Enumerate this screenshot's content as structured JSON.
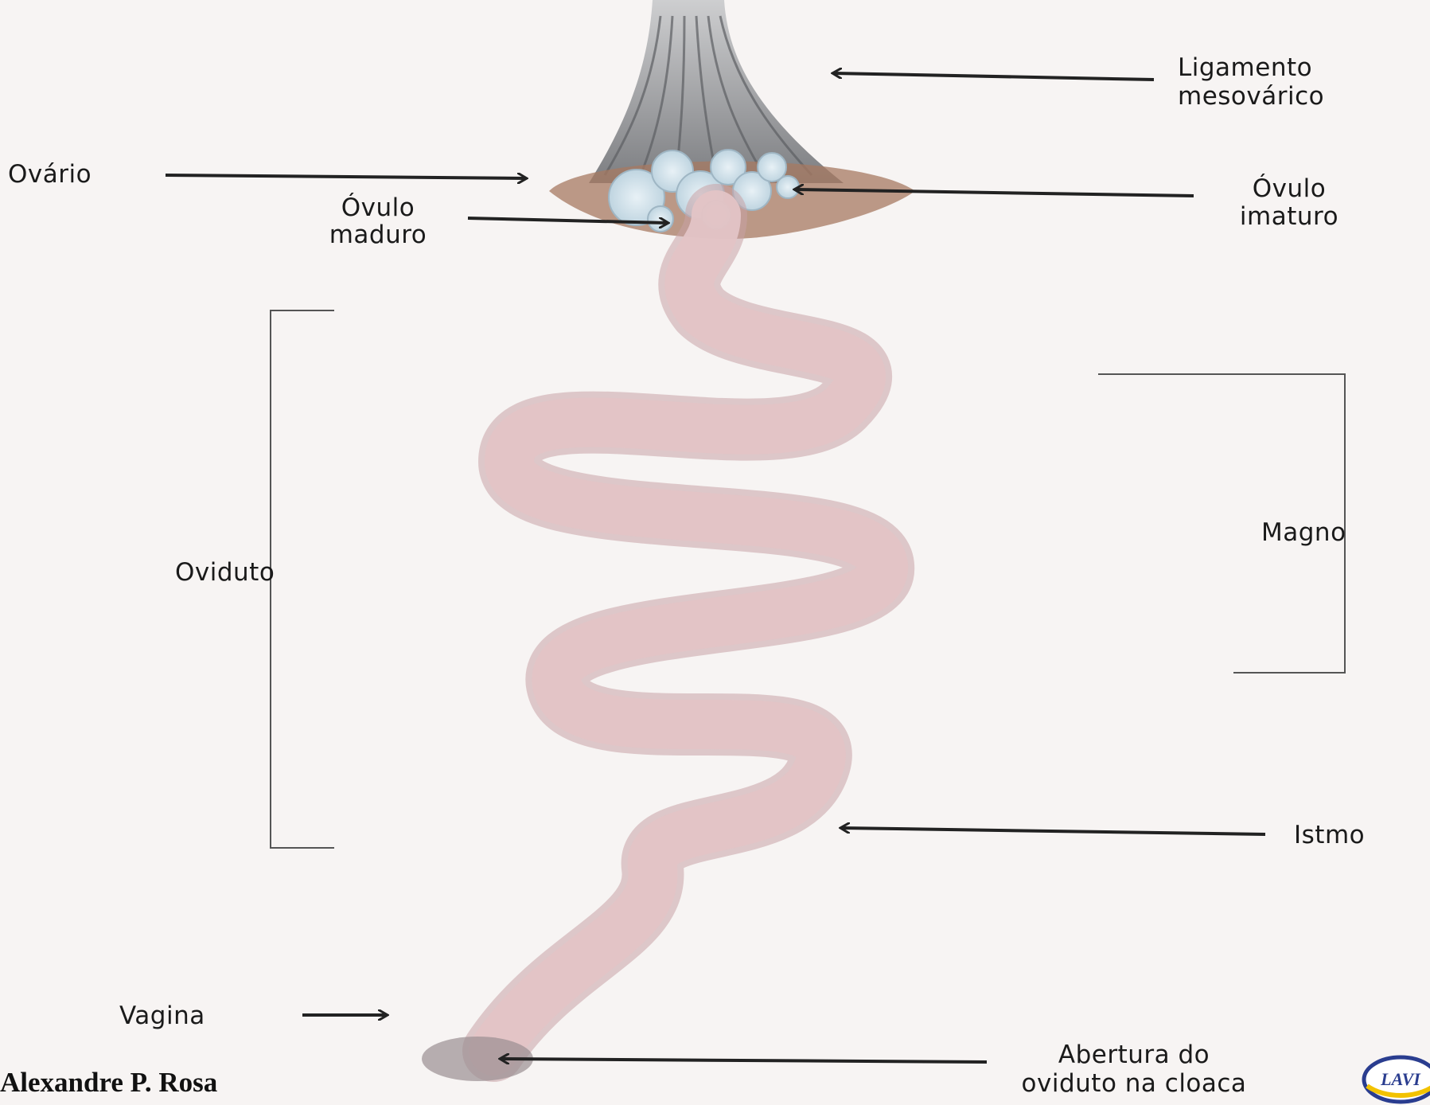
{
  "labels": {
    "ligamento_1": "Ligamento",
    "ligamento_2": "mesovárico",
    "ovario": "Ovário",
    "ovulo_maduro_1": "Óvulo",
    "ovulo_maduro_2": "maduro",
    "ovulo_imaturo_1": "Óvulo",
    "ovulo_imaturo_2": "imaturo",
    "oviduto": "Oviduto",
    "magno": "Magno",
    "istmo": "Istmo",
    "vagina": "Vagina",
    "abertura_1": "Abertura do",
    "abertura_2": "oviduto na cloaca"
  },
  "credit": "Alexandre P. Rosa",
  "logo_text": "LAVI",
  "colors": {
    "background": "#f7f4f3",
    "oviduct": "#e3c4c6",
    "oviduct_shadow": "#c9a2a6",
    "ovary_rim": "#a77a62",
    "ovule": "#c7dbe6",
    "ligament": "#7a7c80",
    "arrow": "#222222",
    "logo_blue": "#2a3d8f",
    "logo_yellow": "#f2c200"
  }
}
